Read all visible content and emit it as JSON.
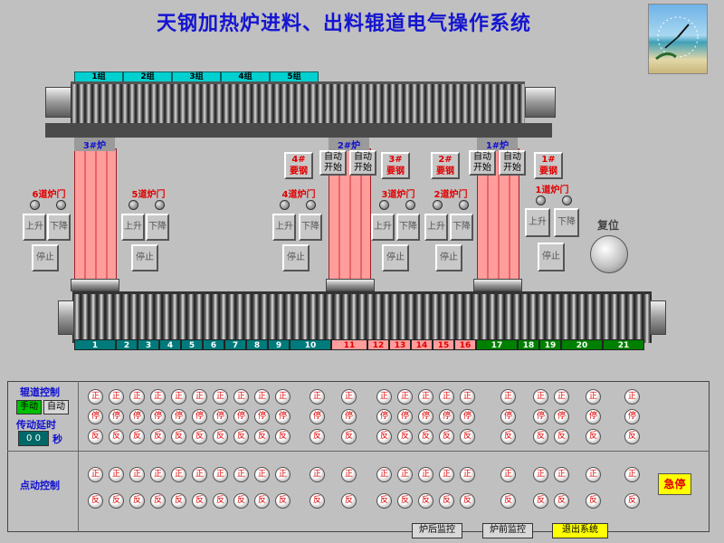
{
  "title": "天钢加热炉进料、出料辊道电气操作系统",
  "groups": [
    "1组",
    "2组",
    "3组",
    "4组",
    "5组"
  ],
  "furnace_labels": [
    "3#炉",
    "2#炉",
    "1#炉"
  ],
  "doors": [
    {
      "name": "6道炉门",
      "up": "上升",
      "down": "下降",
      "stop": "停止"
    },
    {
      "name": "5道炉门",
      "up": "上升",
      "down": "下降",
      "stop": "停止"
    },
    {
      "name": "4道炉门",
      "up": "上升",
      "down": "下降",
      "stop": "停止"
    },
    {
      "name": "3道炉门",
      "up": "上升",
      "down": "下降",
      "stop": "停止"
    },
    {
      "name": "2道炉门",
      "up": "上升",
      "down": "下降",
      "stop": "停止"
    },
    {
      "name": "1道炉门",
      "up": "上升",
      "down": "下降",
      "stop": "停止"
    }
  ],
  "request_steel": [
    "4#\n要钢",
    "3#\n要钢",
    "2#\n要钢",
    "1#\n要钢"
  ],
  "auto_start": "自动\n开始",
  "reset": "复位",
  "sections": [
    {
      "label": "1",
      "color": "#007a7a"
    },
    {
      "label": "2",
      "color": "#007a7a"
    },
    {
      "label": "3",
      "color": "#007a7a"
    },
    {
      "label": "4",
      "color": "#007a7a"
    },
    {
      "label": "5",
      "color": "#007a7a"
    },
    {
      "label": "6",
      "color": "#007a7a"
    },
    {
      "label": "7",
      "color": "#007a7a"
    },
    {
      "label": "8",
      "color": "#007a7a"
    },
    {
      "label": "9",
      "color": "#007a7a"
    },
    {
      "label": "10",
      "color": "#007a7a"
    },
    {
      "label": "11",
      "color": "#ff9c9c"
    },
    {
      "label": "12",
      "color": "#ff9c9c"
    },
    {
      "label": "13",
      "color": "#ff9c9c"
    },
    {
      "label": "14",
      "color": "#ff9c9c"
    },
    {
      "label": "15",
      "color": "#ff9c9c"
    },
    {
      "label": "16",
      "color": "#ff9c9c"
    },
    {
      "label": "17",
      "color": "#008000"
    },
    {
      "label": "18",
      "color": "#008000"
    },
    {
      "label": "19",
      "color": "#008000"
    },
    {
      "label": "20",
      "color": "#008000"
    },
    {
      "label": "21",
      "color": "#008000"
    }
  ],
  "control": {
    "roller_control": "辊道控制",
    "manual": "手动",
    "auto": "自动",
    "delay_label": "传动延时",
    "delay_value": "0 0",
    "seconds": "秒",
    "jog_control": "点动控制",
    "forward": "正",
    "stop": "停",
    "reverse": "反"
  },
  "buttons": {
    "emergency": "急停",
    "after_monitor": "炉后监控",
    "before_monitor": "炉前监控",
    "exit": "退出系统"
  },
  "colors": {
    "title": "#1515d0",
    "furnace": "#ff9c9c",
    "green": "#00c000",
    "yellow": "#ffff00",
    "red": "#e00000"
  }
}
